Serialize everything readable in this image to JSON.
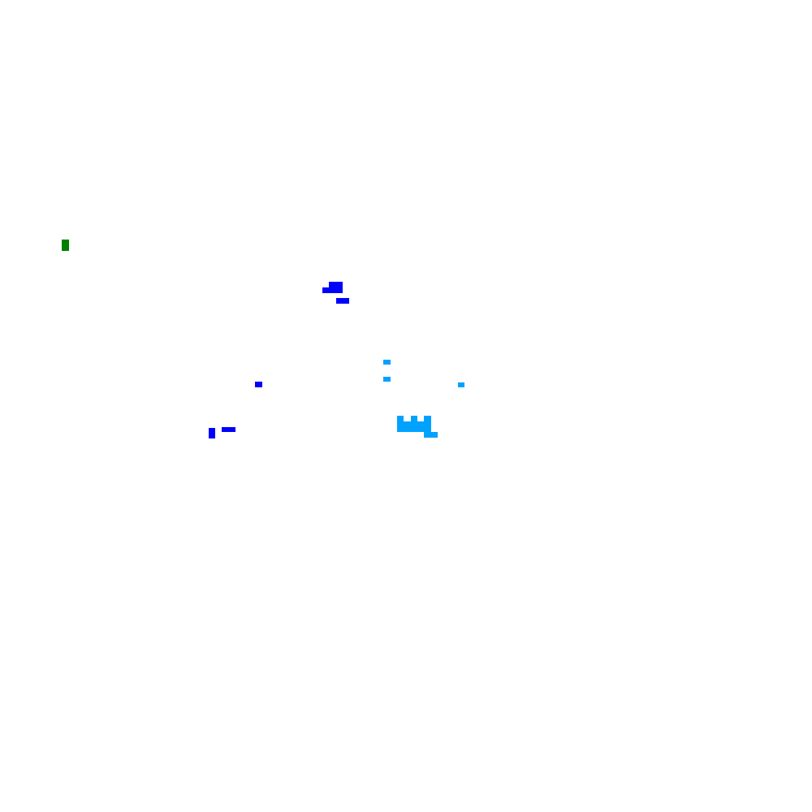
{
  "colors": {
    "background": "#ffffff",
    "green": "#008000",
    "blue": "#0000ff",
    "light_blue": "#00a2ff"
  },
  "groups": {
    "green_cluster": {
      "color_key": "green"
    },
    "blue_cluster_upper": {
      "color_key": "blue"
    },
    "blue_cluster_left": {
      "color_key": "blue"
    },
    "blue_cluster_lower": {
      "color_key": "blue"
    },
    "light_blue_cluster": {
      "color_key": "light_blue"
    }
  }
}
